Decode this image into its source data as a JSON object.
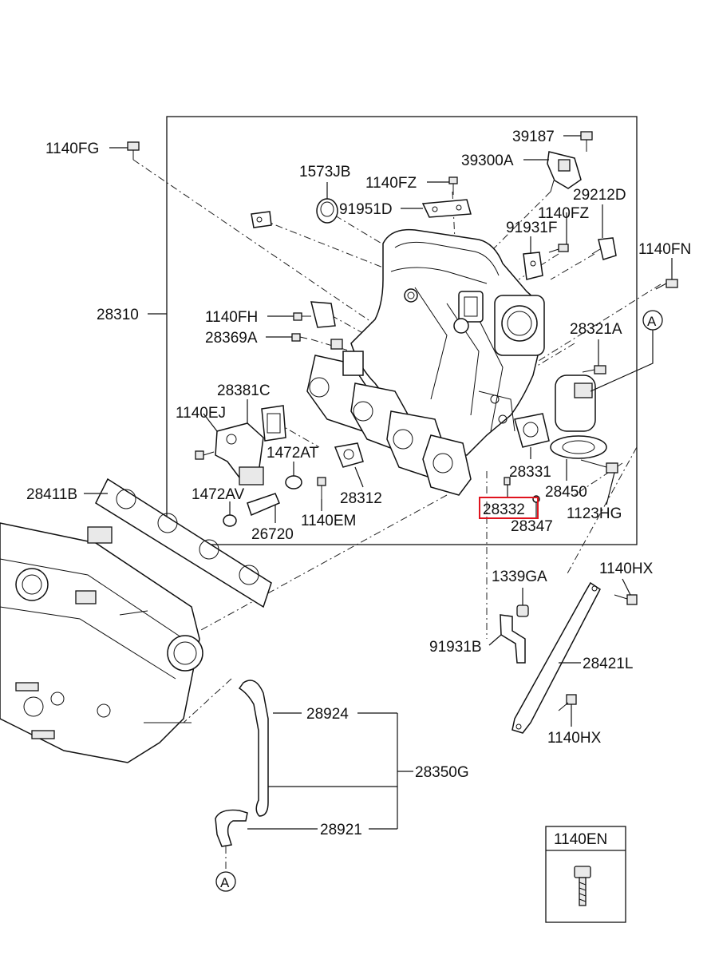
{
  "labels": {
    "l_39187": "39187",
    "l_39300A": "39300A",
    "l_1140FG": "1140FG",
    "l_1573JB": "1573JB",
    "l_1140FZ_a": "1140FZ",
    "l_91951D": "91951D",
    "l_29212D": "29212D",
    "l_1140FZ_b": "1140FZ",
    "l_91931F": "91931F",
    "l_1140FN": "1140FN",
    "l_28310": "28310",
    "l_1140FH": "1140FH",
    "l_28321A": "28321A",
    "l_A_top": "A",
    "l_28369A": "28369A",
    "l_28381C": "28381C",
    "l_1140EJ": "1140EJ",
    "l_1472AT": "1472AT",
    "l_28331": "28331",
    "l_28450": "28450",
    "l_28411B": "28411B",
    "l_1472AV": "1472AV",
    "l_28312": "28312",
    "l_28332": "28332",
    "l_1123HG": "1123HG",
    "l_1140EM": "1140EM",
    "l_28347": "28347",
    "l_26720": "26720",
    "l_1339GA": "1339GA",
    "l_1140HX_a": "1140HX",
    "l_91931B": "91931B",
    "l_28421L": "28421L",
    "l_28924": "28924",
    "l_1140HX_b": "1140HX",
    "l_28350G": "28350G",
    "l_28921": "28921",
    "l_A_bottom": "A",
    "l_1140EN": "1140EN"
  },
  "colors": {
    "line": "#111111",
    "highlight": "#e0141e",
    "fill": "#e9e9e9"
  },
  "highlighted_part": "28332"
}
